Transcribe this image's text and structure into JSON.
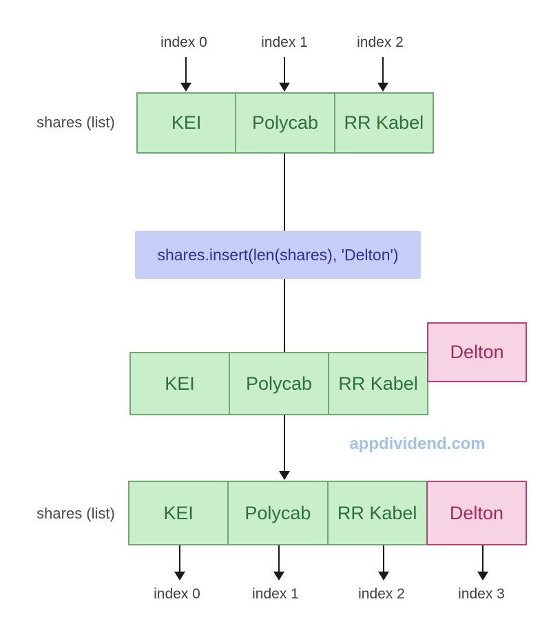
{
  "labels": {
    "shares_list": "shares (list)",
    "watermark": "appdividend.com"
  },
  "code": {
    "text": "shares.insert(len(shares), 'Delton')"
  },
  "top_indices": [
    "index 0",
    "index 1",
    "index 2"
  ],
  "bottom_indices": [
    "index 0",
    "index 1",
    "index 2",
    "index 3"
  ],
  "top_list": {
    "cells": [
      "KEI",
      "Polycab",
      "RR Kabel"
    ]
  },
  "middle_list": {
    "cells": [
      "KEI",
      "Polycab",
      "RR Kabel"
    ],
    "inserted": "Delton"
  },
  "bottom_list": {
    "cells": [
      "KEI",
      "Polycab",
      "RR Kabel",
      "Delton"
    ]
  },
  "colors": {
    "green_fill": "#c9eeca",
    "green_border": "#6fa96f",
    "green_text": "#2f6f3a",
    "pink_fill": "#f6d4e3",
    "pink_border": "#b64478",
    "pink_text": "#a02a5a",
    "code_fill": "#c6cdf6",
    "code_text": "#2e2e9b",
    "label_text": "#4a4a4a",
    "watermark_text": "#a2c3e3",
    "arrow": "#1a1a1a"
  }
}
